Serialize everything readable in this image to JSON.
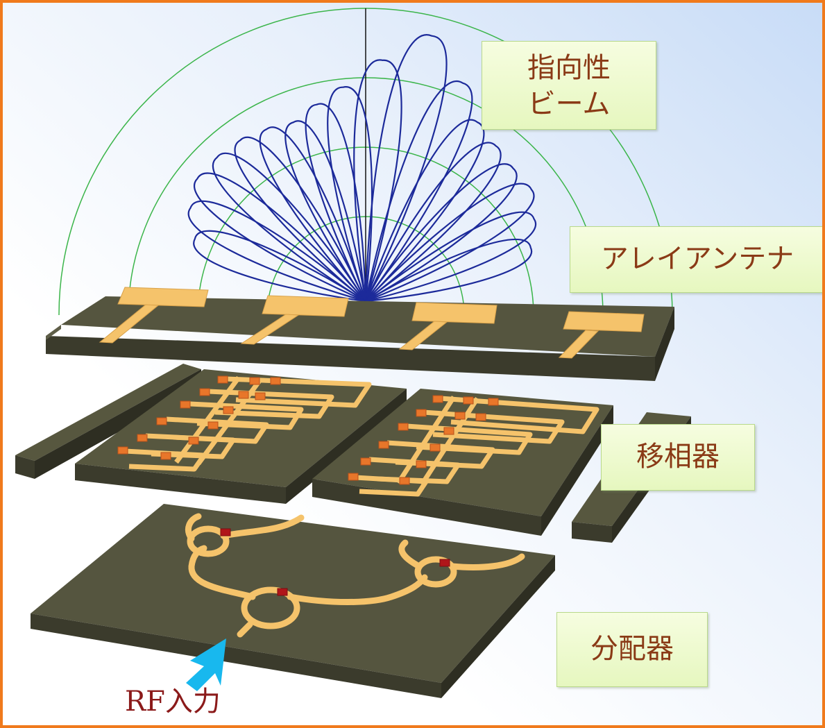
{
  "labels": {
    "beam_line1": "指向性",
    "beam_line2": "ビーム",
    "array_antenna": "アレイアンテナ",
    "phase_shifter": "移相器",
    "power_divider": "分配器",
    "rf_input": "RF入力"
  },
  "colors": {
    "frame_border": "#f07a1c",
    "board": "#4a4a3a",
    "trace": "#f5c36b",
    "phase_component": "#e8762a",
    "divider_resistor": "#b0161a",
    "beam_lobes": "#1c2a9a",
    "polar_grid": "#3bb54a",
    "label_text": "#8a3a16",
    "rf_text": "#8b1a1a",
    "rf_arrow": "#18b8ee"
  }
}
